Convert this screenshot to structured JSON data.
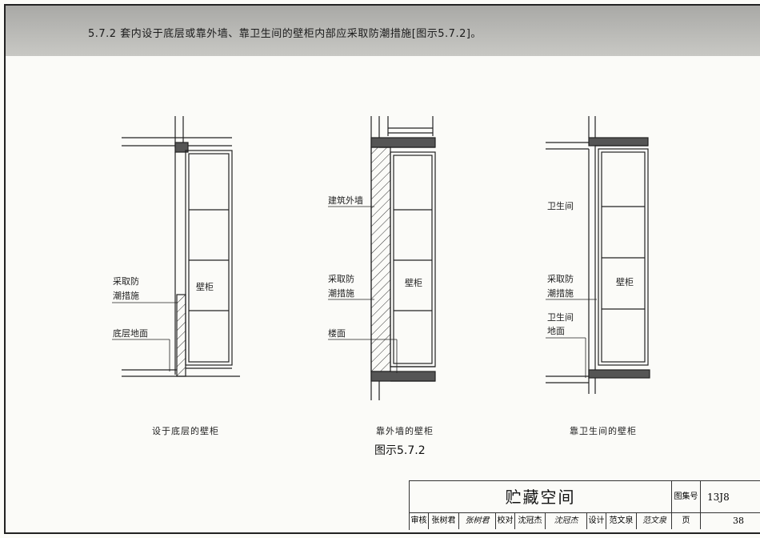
{
  "header": {
    "clause": "5.7.2 套内设于底层或靠外墙、靠卫生间的壁柜内部应采取防潮措施[图示5.7.2]。"
  },
  "diagrams": {
    "left": {
      "cabinet_label": "壁柜",
      "moisture_label_line1": "采取防",
      "moisture_label_line2": "潮措施",
      "floor_label": "底层地面",
      "caption": "设于底层的壁柜"
    },
    "middle": {
      "wall_label": "建筑外墙",
      "cabinet_label": "壁柜",
      "moisture_label_line1": "采取防",
      "moisture_label_line2": "潮措施",
      "floor_label": "楼面",
      "caption": "靠外墙的壁柜"
    },
    "right": {
      "room_label": "卫生间",
      "cabinet_label": "壁柜",
      "moisture_label_line1": "采取防",
      "moisture_label_line2": "潮措施",
      "floor_label_line1": "卫生间",
      "floor_label_line2": "地面",
      "caption": "靠卫生间的壁柜"
    }
  },
  "figure_title": "图示5.7.2",
  "title_block": {
    "title": "贮藏空间",
    "set_label": "图集号",
    "set_value": "13J8",
    "review_label": "审核",
    "review_name": "张树君",
    "review_sig": "张树君",
    "check_label": "校对",
    "check_name": "沈冠杰",
    "check_sig": "沈冠杰",
    "design_label": "设计",
    "design_name": "范文泉",
    "design_sig": "范文泉",
    "page_label": "页",
    "page_value": "38"
  }
}
